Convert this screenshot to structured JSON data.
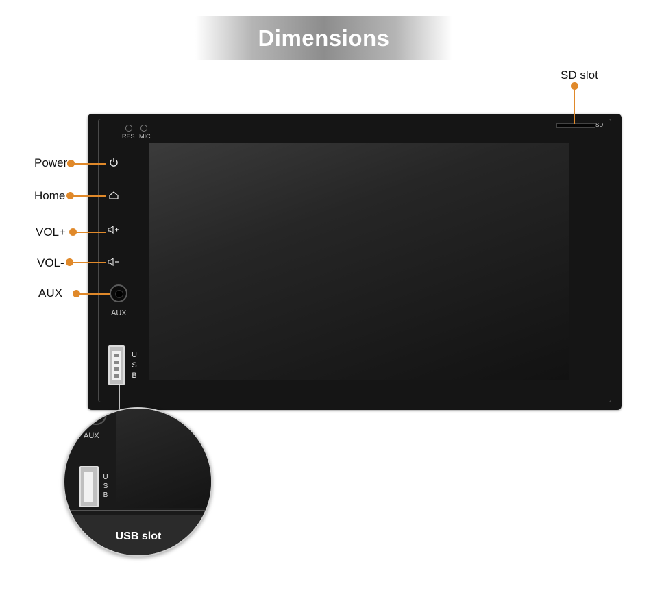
{
  "title": "Dimensions",
  "callouts": {
    "power": "Power",
    "home": "Home",
    "vol_plus": "VOL+",
    "vol_minus": "VOL-",
    "aux": "AUX",
    "sd_slot": "SD slot",
    "usb_slot": "USB slot"
  },
  "device": {
    "res_label": "RES",
    "mic_label": "MIC",
    "aux_label": "AUX",
    "sd_label": "SD",
    "usb_letters": [
      "U",
      "S",
      "B"
    ]
  },
  "icons": {
    "power": "power-icon",
    "home": "home-icon",
    "vol_plus": "volume-up-icon",
    "vol_minus": "volume-down-icon"
  },
  "colors": {
    "accent": "#e0892a",
    "device_body": "#151515",
    "title_band": "#8d8d8d"
  }
}
